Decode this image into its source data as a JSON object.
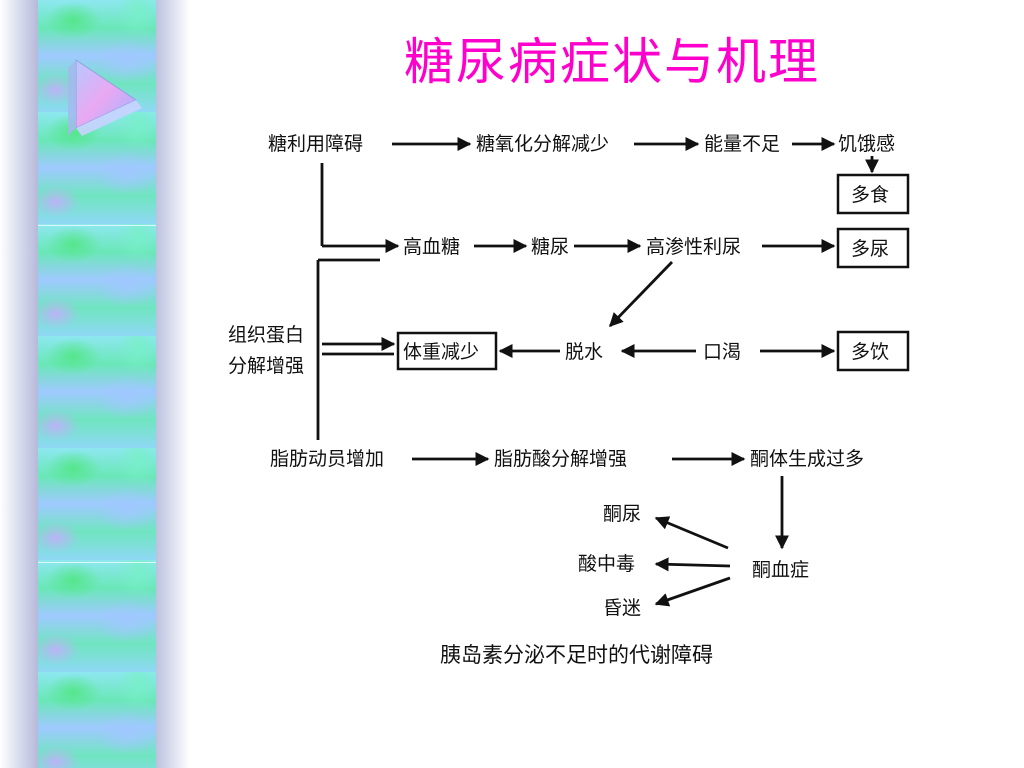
{
  "title": "糖尿病症状与机理",
  "diagram": {
    "nodes": {
      "sugar_use": "糖利用障碍",
      "sugar_oxidation": "糖氧化分解减少",
      "energy_low": "能量不足",
      "hunger": "饥饿感",
      "polyphagia": "多食",
      "hyperglycemia": "高血糖",
      "glucosuria": "糖尿",
      "osmotic_diuresis": "高渗性利尿",
      "polyuria": "多尿",
      "protein_breakdown_1": "组织蛋白",
      "protein_breakdown_2": "分解增强",
      "weight_loss": "体重减少",
      "dehydration": "脱水",
      "thirst": "口渴",
      "polydipsia": "多饮",
      "fat_mobilization": "脂肪动员增加",
      "fatty_acid": "脂肪酸分解增强",
      "ketone_excess": "酮体生成过多",
      "ketonuria": "酮尿",
      "acidosis": "酸中毒",
      "ketonemia": "酮血症",
      "coma": "昏迷"
    },
    "caption": "胰岛素分泌不足时的代谢障碍"
  }
}
